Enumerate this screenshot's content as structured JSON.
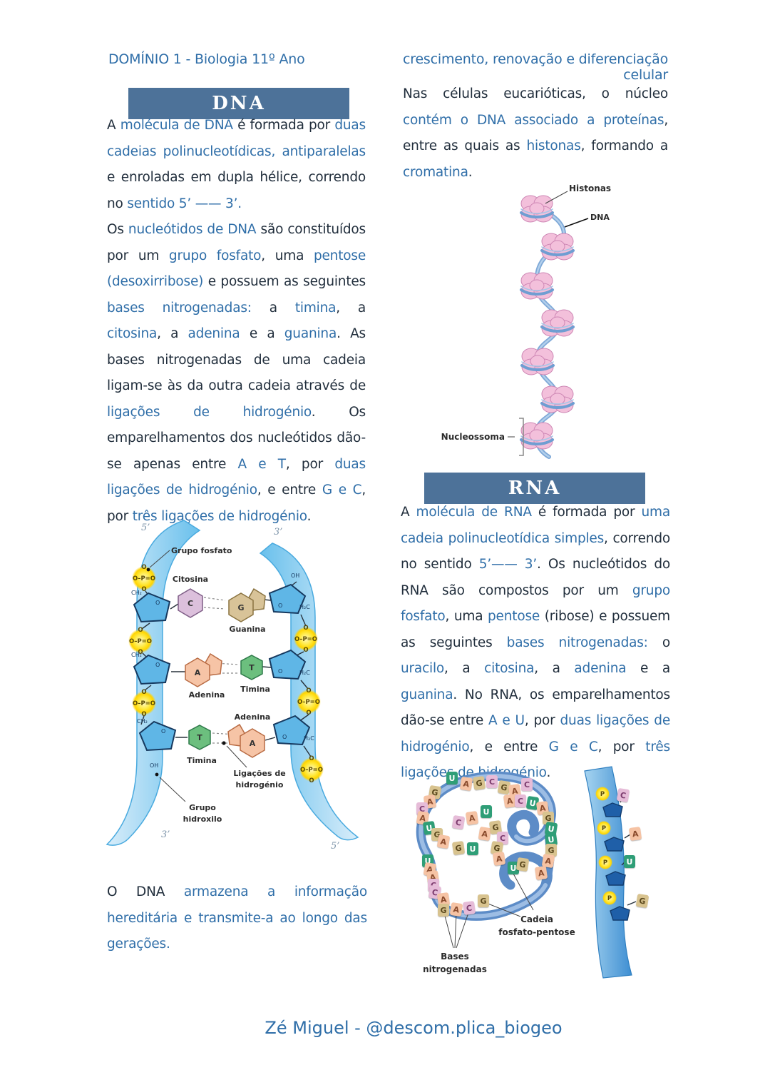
{
  "colors": {
    "accent_box": "#4d7299",
    "text_dark": "#212e3c",
    "text_blue": "#2f6ea8"
  },
  "header": {
    "left": "DOMÍNIO 1 - Biologia 11º Ano",
    "right": "crescimento, renovação e diferenciação celular"
  },
  "footer": {
    "credit": "Zé Miguel - @descom.plica_biogeo"
  },
  "dna_section": {
    "heading": "DNA",
    "p1": [
      {
        "t": "A ",
        "c": "d"
      },
      {
        "t": "molécula de DNA",
        "c": "b"
      },
      {
        "t": " é formada por ",
        "c": "d"
      },
      {
        "t": "duas cadeias polinucleotídicas, antiparalelas",
        "c": "b"
      },
      {
        "t": " e enroladas em dupla hélice, correndo no ",
        "c": "d"
      },
      {
        "t": "sentido 5’ —— 3’.",
        "c": "b"
      }
    ],
    "p2": [
      {
        "t": "Os ",
        "c": "d"
      },
      {
        "t": "nucleótidos de DNA",
        "c": "b"
      },
      {
        "t": " são constituídos por um ",
        "c": "d"
      },
      {
        "t": "grupo fosfato",
        "c": "b"
      },
      {
        "t": ", uma ",
        "c": "d"
      },
      {
        "t": "pentose",
        "c": "b"
      },
      {
        "t": " ",
        "c": "d"
      },
      {
        "t": "(desoxirribose)",
        "c": "b"
      },
      {
        "t": " e possuem as seguintes ",
        "c": "d"
      },
      {
        "t": "bases nitrogenadas:",
        "c": "b"
      },
      {
        "t": " a ",
        "c": "d"
      },
      {
        "t": "timina",
        "c": "b"
      },
      {
        "t": ", a ",
        "c": "d"
      },
      {
        "t": "citosina",
        "c": "b"
      },
      {
        "t": ", a ",
        "c": "d"
      },
      {
        "t": "adenina",
        "c": "b"
      },
      {
        "t": " e a ",
        "c": "d"
      },
      {
        "t": "guanina",
        "c": "b"
      },
      {
        "t": ". As bases nitrogenadas de uma cadeia ligam-se às da outra cadeia através de ",
        "c": "d"
      },
      {
        "t": "ligações de hidrogénio",
        "c": "b"
      },
      {
        "t": ". Os emparelhamentos dos nucleótidos dão-se apenas entre ",
        "c": "d"
      },
      {
        "t": "A e T",
        "c": "b"
      },
      {
        "t": ", por ",
        "c": "d"
      },
      {
        "t": "duas ligações de hidrogénio",
        "c": "b"
      },
      {
        "t": ", e entre ",
        "c": "d"
      },
      {
        "t": "G e C",
        "c": "b"
      },
      {
        "t": ", por ",
        "c": "d"
      },
      {
        "t": "três ligações de hidrogénio",
        "c": "b"
      },
      {
        "t": ".",
        "c": "d"
      }
    ],
    "closing": [
      {
        "t": "O DNA ",
        "c": "d"
      },
      {
        "t": "armazena a informação hereditária e transmite-a ao longo das gerações.",
        "c": "b"
      }
    ],
    "diagram": {
      "five_prime": "5’",
      "three_prime": "3’",
      "grupo_fosfato": "Grupo fosfato",
      "citosina": "Citosina",
      "guanina": "Guanina",
      "adenina": "Adenina",
      "timina": "Timina",
      "adenina2": "Adenina",
      "timina2": "Timina",
      "ligacoes1": "Ligações de",
      "ligacoes2": "hidrogénio",
      "hidroxilo1": "Grupo",
      "hidroxilo2": "hidroxilo",
      "oh": "OH",
      "ch2": "CH₂",
      "o": "O",
      "h2c": "H₂C",
      "opo": "O–P=O",
      "base_c": "C",
      "base_g": "G",
      "base_a": "A",
      "base_t": "T"
    }
  },
  "chromatin_section": {
    "intro": [
      {
        "t": "Nas células eucarióticas, o núcleo ",
        "c": "d"
      },
      {
        "t": "contém o DNA associado a proteínas",
        "c": "b"
      },
      {
        "t": ", entre as quais as ",
        "c": "d"
      },
      {
        "t": "histonas",
        "c": "b"
      },
      {
        "t": ", formando a ",
        "c": "d"
      },
      {
        "t": "cromatina",
        "c": "b"
      },
      {
        "t": ".",
        "c": "d"
      }
    ],
    "labels": {
      "histonas": "Histonas",
      "dna": "DNA",
      "nucleossoma": "Nucleossoma"
    }
  },
  "rna_section": {
    "heading": "RNA",
    "p1": [
      {
        "t": "A ",
        "c": "d"
      },
      {
        "t": "molécula de RNA",
        "c": "b"
      },
      {
        "t": " é formada por ",
        "c": "d"
      },
      {
        "t": "uma cadeia polinucleotídica simples",
        "c": "b"
      },
      {
        "t": ", correndo no sentido ",
        "c": "d"
      },
      {
        "t": "5’—— 3’",
        "c": "b"
      },
      {
        "t": ". Os nucleótidos do RNA são compostos por um ",
        "c": "d"
      },
      {
        "t": "grupo fosfato",
        "c": "b"
      },
      {
        "t": ", uma ",
        "c": "d"
      },
      {
        "t": "pentose",
        "c": "b"
      },
      {
        "t": " (ribose) e possuem as seguintes ",
        "c": "d"
      },
      {
        "t": "bases nitrogenadas:",
        "c": "b"
      },
      {
        "t": " o ",
        "c": "d"
      },
      {
        "t": "uracilo",
        "c": "b"
      },
      {
        "t": ", a ",
        "c": "d"
      },
      {
        "t": "citosina",
        "c": "b"
      },
      {
        "t": ", a ",
        "c": "d"
      },
      {
        "t": "adenina",
        "c": "b"
      },
      {
        "t": " e a ",
        "c": "d"
      },
      {
        "t": "guanina",
        "c": "b"
      },
      {
        "t": ". No RNA, os emparelhamentos dão-se entre ",
        "c": "d"
      },
      {
        "t": "A e U",
        "c": "b"
      },
      {
        "t": ", por ",
        "c": "d"
      },
      {
        "t": "duas ligações de hidrogénio",
        "c": "b"
      },
      {
        "t": ", e entre ",
        "c": "d"
      },
      {
        "t": "G e C",
        "c": "b"
      },
      {
        "t": ", por ",
        "c": "d"
      },
      {
        "t": "três ligações de hidrogénio",
        "c": "b"
      },
      {
        "t": ".",
        "c": "d"
      }
    ],
    "diagram": {
      "label_cadeia1": "Cadeia",
      "label_cadeia2": "fosfato-pentose",
      "label_bases1": "Bases",
      "label_bases2": "nitrogenadas",
      "p_label": "P",
      "letters": [
        [
          "U",
          76,
          18
        ],
        [
          "A",
          96,
          26
        ],
        [
          "G",
          114,
          25
        ],
        [
          "C",
          132,
          23
        ],
        [
          "G",
          149,
          31
        ],
        [
          "A",
          164,
          36
        ],
        [
          "C",
          181,
          27
        ],
        [
          "G",
          52,
          38
        ],
        [
          "A",
          45,
          51
        ],
        [
          "C",
          34,
          61
        ],
        [
          "A",
          35,
          74
        ],
        [
          "U",
          44,
          88
        ],
        [
          "G",
          55,
          97
        ],
        [
          "A",
          64,
          107
        ],
        [
          "G",
          85,
          116
        ],
        [
          "U",
          105,
          117
        ],
        [
          "C",
          85,
          80
        ],
        [
          "A",
          104,
          74
        ],
        [
          "U",
          124,
          65
        ],
        [
          "A",
          122,
          96
        ],
        [
          "A",
          157,
          50
        ],
        [
          "C",
          172,
          50
        ],
        [
          "U",
          189,
          53
        ],
        [
          "A",
          203,
          60
        ],
        [
          "G",
          211,
          74
        ],
        [
          "U",
          215,
          89
        ],
        [
          "U",
          215,
          104
        ],
        [
          "G",
          215,
          119
        ],
        [
          "A",
          211,
          134
        ],
        [
          "G",
          137,
          87
        ],
        [
          "C",
          147,
          102
        ],
        [
          "G",
          139,
          116
        ],
        [
          "A",
          142,
          131
        ],
        [
          "U",
          162,
          144
        ],
        [
          "G",
          175,
          139
        ],
        [
          "A",
          201,
          151
        ],
        [
          "U",
          42,
          134
        ],
        [
          "A",
          45,
          146
        ],
        [
          "A",
          49,
          157
        ],
        [
          "C",
          50,
          168
        ],
        [
          "C",
          52,
          178
        ],
        [
          "A",
          64,
          188
        ],
        [
          "G",
          64,
          203
        ],
        [
          "A",
          82,
          202
        ],
        [
          "C",
          100,
          200
        ],
        [
          "G",
          120,
          190
        ]
      ],
      "strip_bases": [
        [
          "C",
          316,
          42
        ],
        [
          "A",
          333,
          96
        ],
        [
          "U",
          325,
          135
        ],
        [
          "G",
          343,
          190
        ]
      ]
    }
  }
}
